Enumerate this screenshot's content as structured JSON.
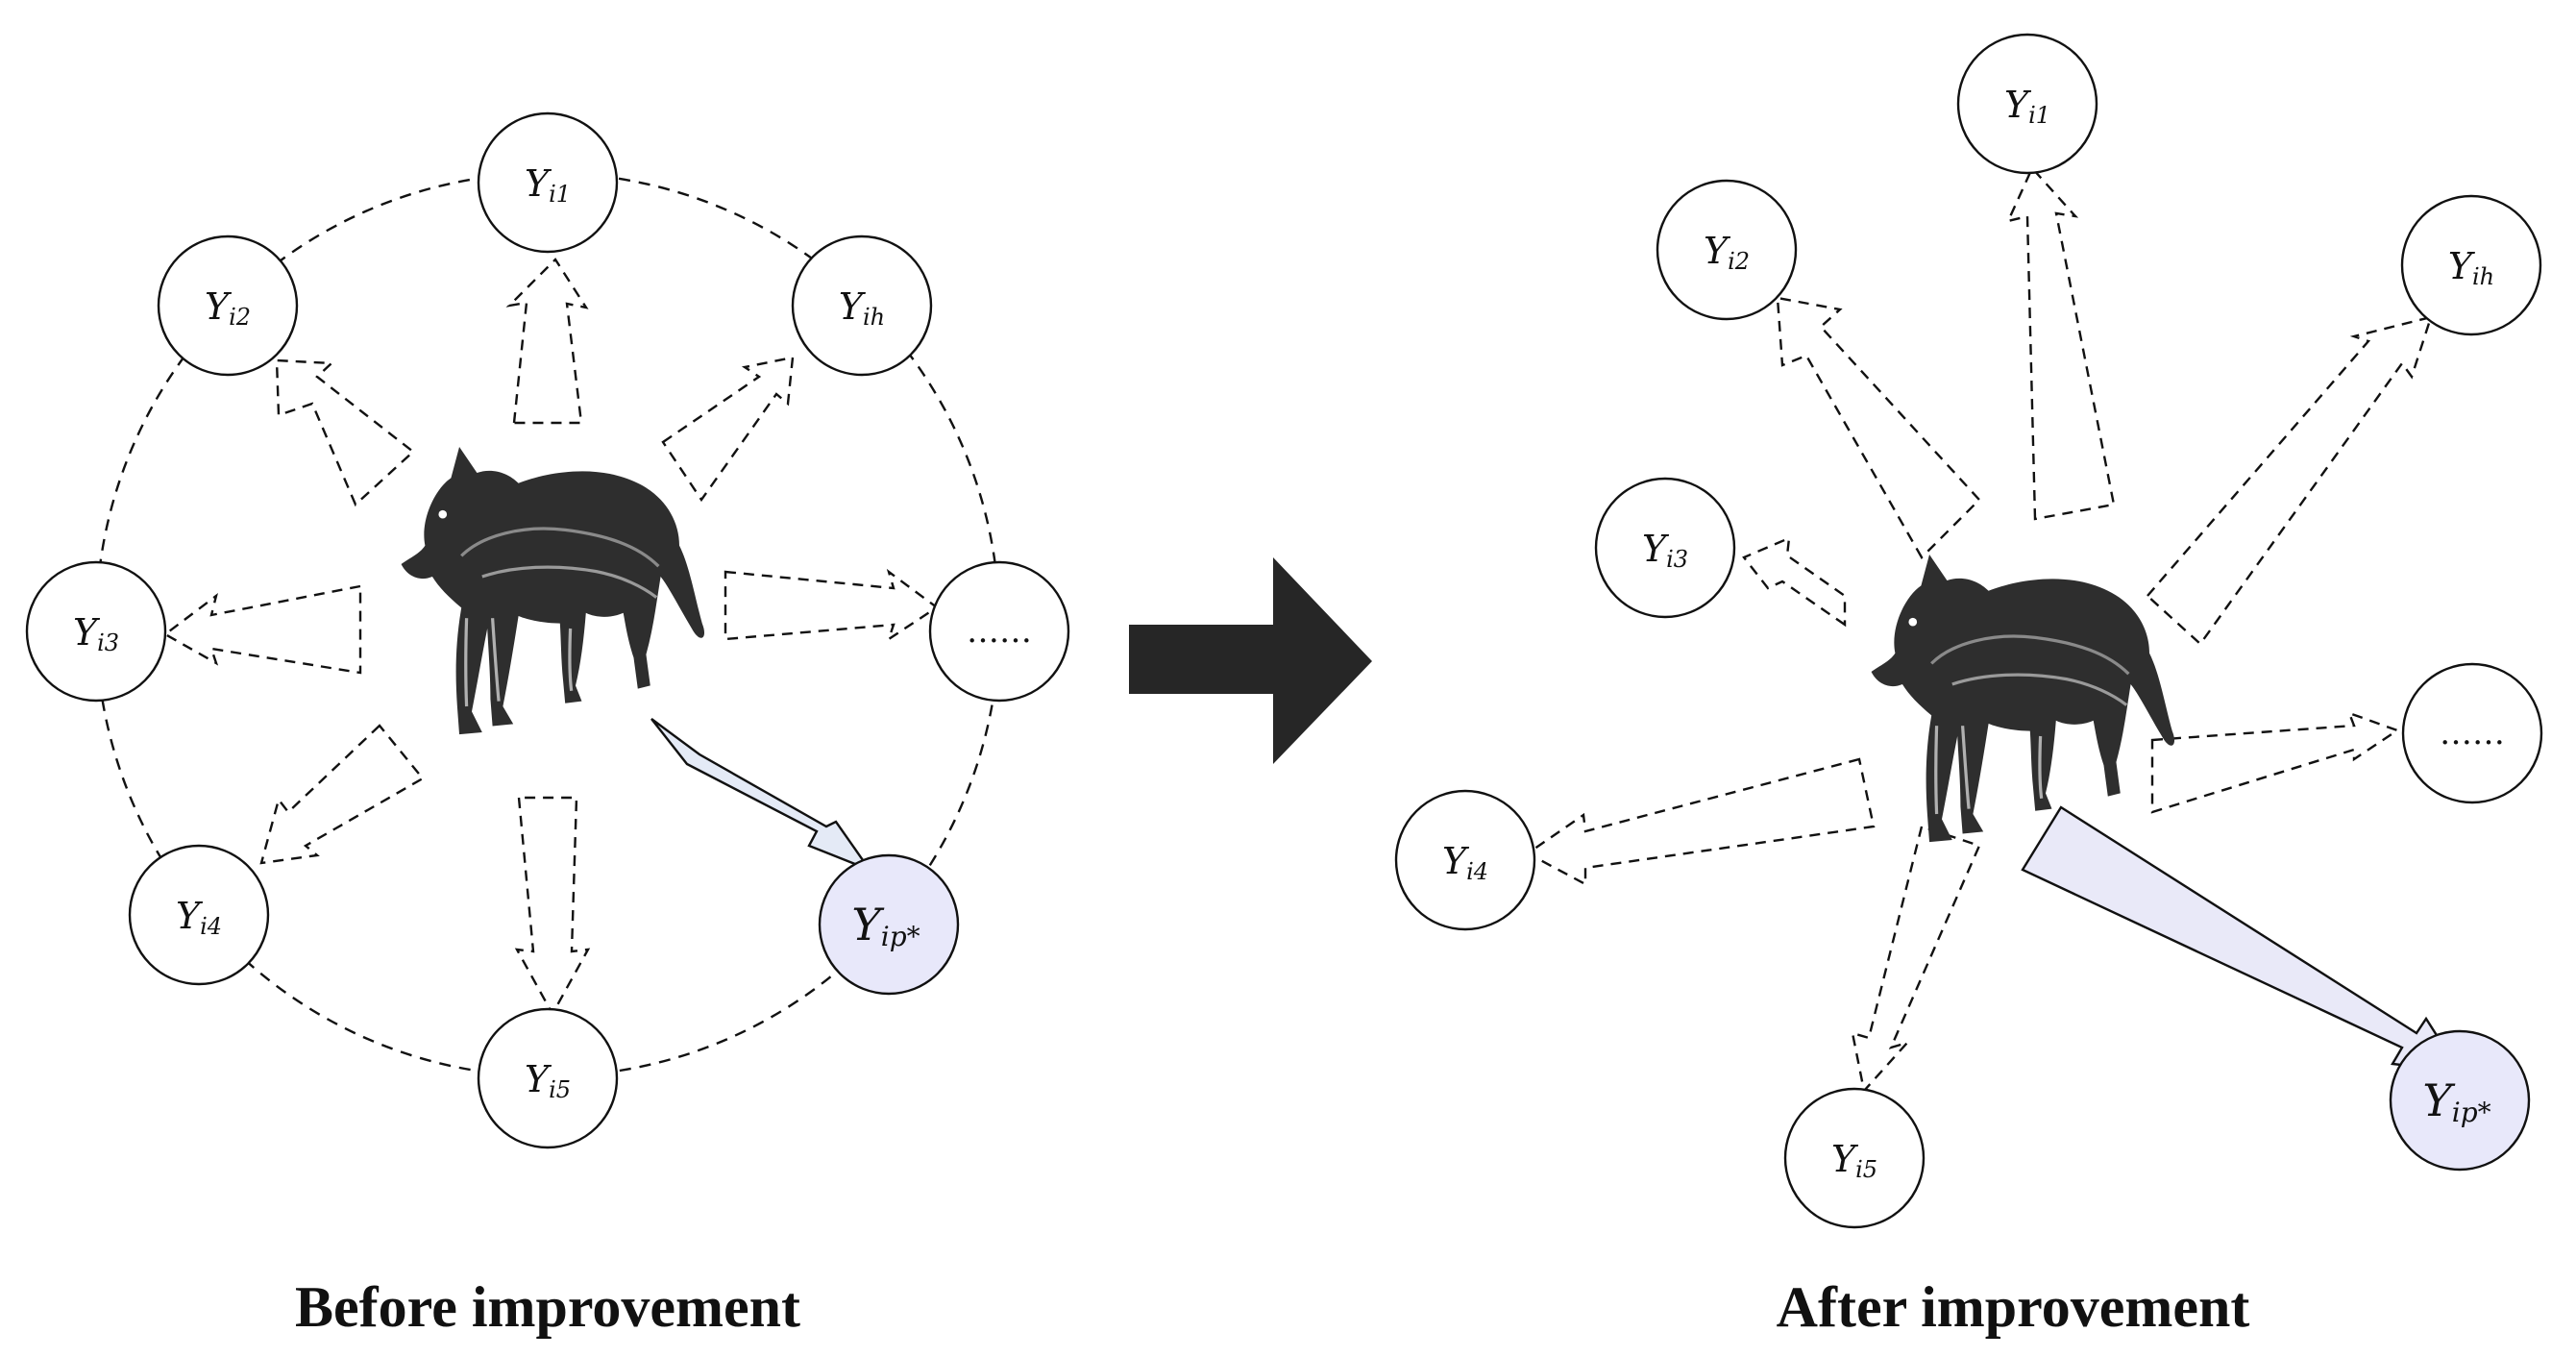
{
  "before": {
    "caption": "Before improvement",
    "nodes": [
      {
        "id": "i1",
        "base": "Υ",
        "sub": "i1",
        "highlight": false
      },
      {
        "id": "i2",
        "base": "Υ",
        "sub": "i2",
        "highlight": false
      },
      {
        "id": "ih",
        "base": "Υ",
        "sub": "ih",
        "highlight": false
      },
      {
        "id": "i3",
        "base": "Υ",
        "sub": "i3",
        "highlight": false
      },
      {
        "id": "dots",
        "base": "……",
        "sub": "",
        "highlight": false
      },
      {
        "id": "i4",
        "base": "Υ",
        "sub": "i4",
        "highlight": false
      },
      {
        "id": "ip",
        "base": "Υ",
        "sub": "ip*",
        "highlight": true
      },
      {
        "id": "i5",
        "base": "Υ",
        "sub": "i5",
        "highlight": false
      }
    ]
  },
  "after": {
    "caption": "After improvement",
    "nodes": [
      {
        "id": "i1",
        "base": "Υ",
        "sub": "i1",
        "highlight": false
      },
      {
        "id": "i2",
        "base": "Υ",
        "sub": "i2",
        "highlight": false
      },
      {
        "id": "ih",
        "base": "Υ",
        "sub": "ih",
        "highlight": false
      },
      {
        "id": "i3",
        "base": "Υ",
        "sub": "i3",
        "highlight": false
      },
      {
        "id": "dots",
        "base": "……",
        "sub": "",
        "highlight": false
      },
      {
        "id": "i4",
        "base": "Υ",
        "sub": "i4",
        "highlight": false
      },
      {
        "id": "ip",
        "base": "Υ",
        "sub": "ip*",
        "highlight": true
      },
      {
        "id": "i5",
        "base": "Υ",
        "sub": "i5",
        "highlight": false
      }
    ]
  },
  "colors": {
    "node_fill": "#ffffff",
    "highlight_fill": "#e8e8fa",
    "stroke": "#111111",
    "best_arrow_fill": "#e4eaf6",
    "transition_arrow": "#262626"
  },
  "icons": {
    "agent": "wolf-icon",
    "transition": "right-arrow-icon"
  }
}
